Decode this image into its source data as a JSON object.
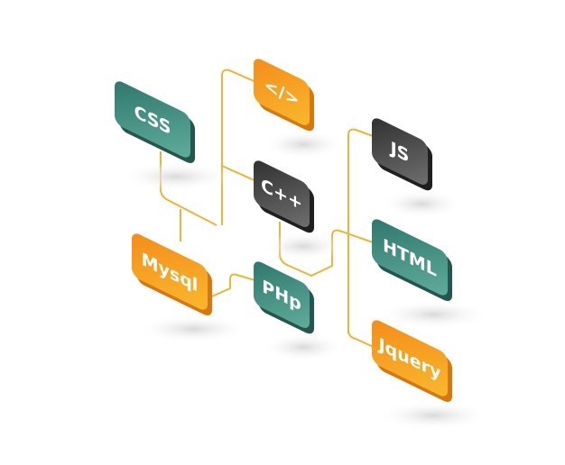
{
  "colors": {
    "teal": "#3f8f82",
    "orange": "#f6a11e",
    "gray": "#4a4a4a",
    "connector": "#f2b233"
  },
  "nodes": [
    {
      "id": "css",
      "label": "CSS",
      "color": "teal"
    },
    {
      "id": "code",
      "label": "</>",
      "color": "orange"
    },
    {
      "id": "cpp",
      "label": "C++",
      "color": "gray"
    },
    {
      "id": "js",
      "label": "JS",
      "color": "gray"
    },
    {
      "id": "html",
      "label": "HTML",
      "color": "teal"
    },
    {
      "id": "mysql",
      "label": "Mysql",
      "color": "orange"
    },
    {
      "id": "php",
      "label": "PHp",
      "color": "teal"
    },
    {
      "id": "jquery",
      "label": "Jquery",
      "color": "orange"
    }
  ]
}
